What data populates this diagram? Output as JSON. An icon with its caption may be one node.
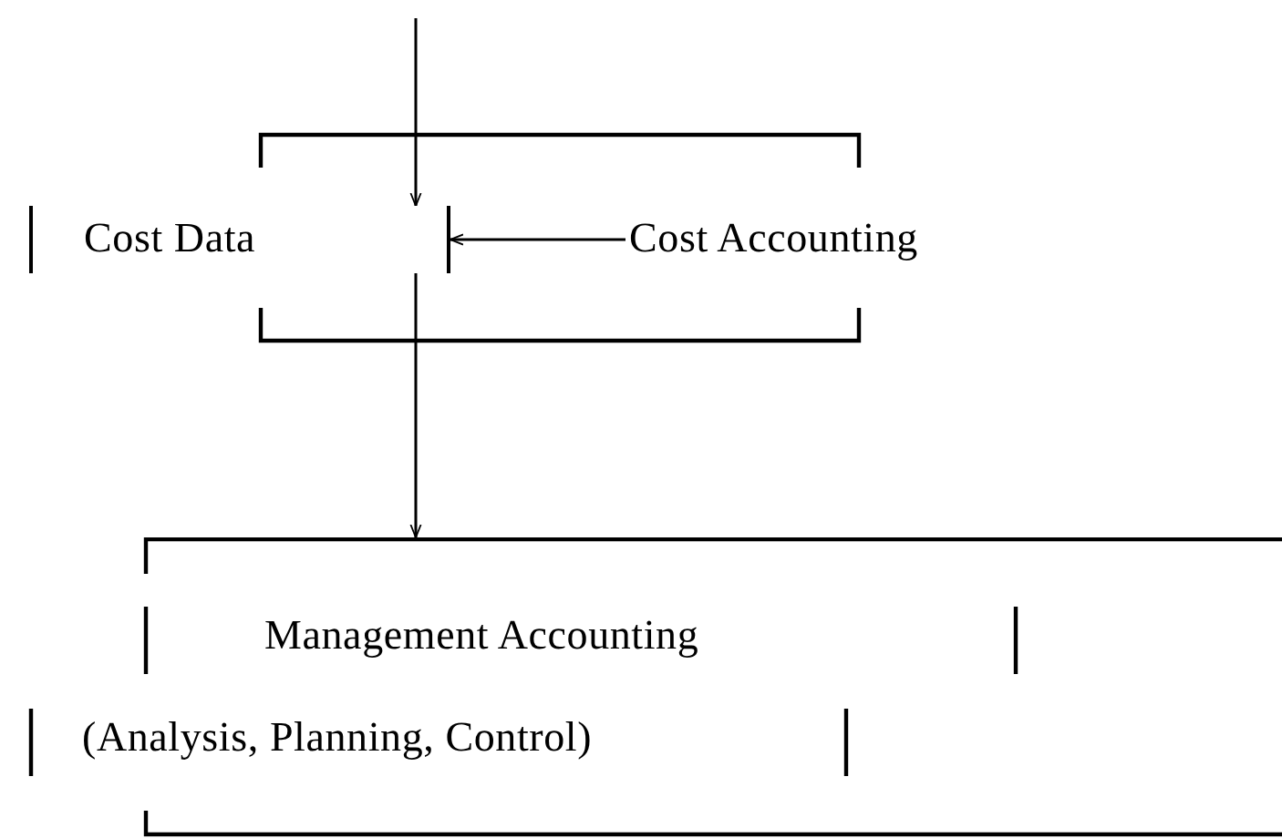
{
  "diagram": {
    "nodes": [
      {
        "text": [
          "Cost Data"
        ]
      },
      {
        "text": [
          "Cost Accounting"
        ]
      },
      {
        "text": [
          "Management Accounting",
          "(Analysis, Planning, Control)"
        ]
      }
    ],
    "edges": [
      {
        "from": null,
        "to": 0,
        "arrow": "to"
      },
      {
        "from": 1,
        "to": 0,
        "arrow": "to"
      },
      {
        "from": 0,
        "to": 2,
        "arrow": "to"
      }
    ]
  }
}
